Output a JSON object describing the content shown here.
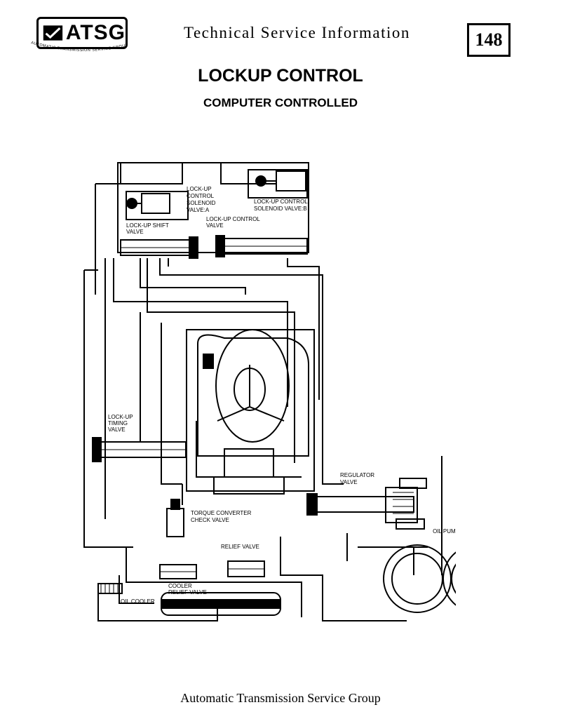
{
  "header": {
    "logo_text": "ATSG",
    "logo_tagline": "AUTOMATIC TRANSMISSION SERVICE GROUP",
    "title": "Technical Service Information",
    "page_number": "148"
  },
  "document": {
    "title": "LOCKUP CONTROL",
    "subtitle": "COMPUTER CONTROLLED"
  },
  "diagram_labels": {
    "solenoid_a_1": "LOCK-UP",
    "solenoid_a_2": "CONTROL",
    "solenoid_a_3": "SOLENOID",
    "solenoid_a_4": "VALVE:A",
    "solenoid_b_1": "LOCK-UP CONTROL",
    "solenoid_b_2": "SOLENOID VALVE:B",
    "shift_valve_1": "LOCK-UP SHIFT",
    "shift_valve_2": "VALVE",
    "control_valve_1": "LOCK-UP CONTROL",
    "control_valve_2": "VALVE",
    "timing_valve_1": "LOCK-UP",
    "timing_valve_2": "TIMING",
    "timing_valve_3": "VALVE",
    "regulator_1": "REGULATOR",
    "regulator_2": "VALVE",
    "tc_check_1": "TORQUE CONVERTER",
    "tc_check_2": "CHECK VALVE",
    "oil_pump": "OIL PUMP",
    "relief_valve": "RELIEF VALVE",
    "cooler_relief_1": "COOLER",
    "cooler_relief_2": "RELIEF VALVE",
    "oil_cooler": "OIL COOLER"
  },
  "footer": {
    "text": "Automatic Transmission Service Group"
  }
}
